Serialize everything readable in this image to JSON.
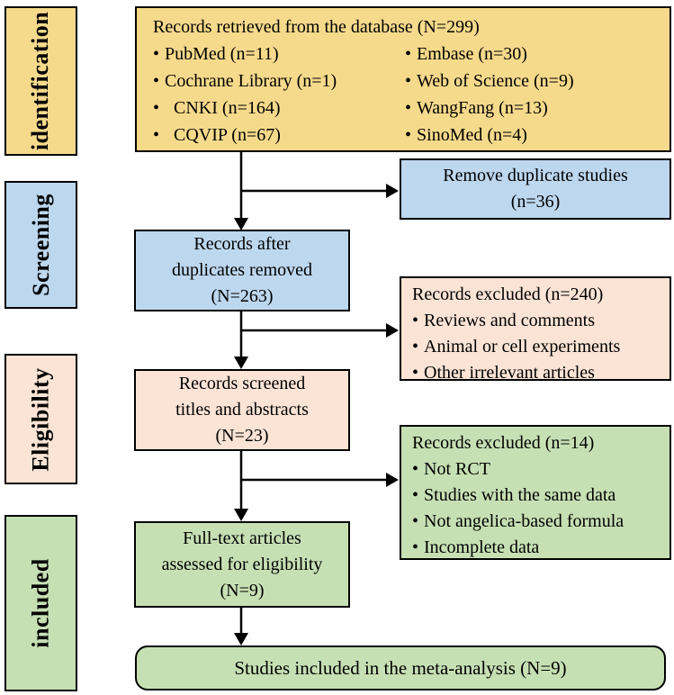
{
  "glyphs": {
    "bullet": "•"
  },
  "colors": {
    "identification_fill": "#f6da8b",
    "screening_fill": "#bdd7ee",
    "eligibility_fill": "#fbe4d5",
    "included_fill": "#c6e0b4",
    "border": "#000000",
    "arrow": "#000000",
    "background": "#ffffff"
  },
  "sidebar": {
    "identification": "identification",
    "screening": "Screening",
    "eligibility": "Eligibility",
    "included": "included"
  },
  "boxes": {
    "retrieved": {
      "title": "Records retrieved from the database (N=299)",
      "bullets_left": [
        "PubMed (n=11)",
        "Cochrane Library (n=1)",
        "CNKI (n=164)",
        "CQVIP (n=67)"
      ],
      "bullets_right": [
        "Embase (n=30)",
        "Web of Science (n=9)",
        "WangFang (n=13)",
        "SinoMed (n=4)"
      ]
    },
    "remove_duplicates": {
      "lines": [
        "Remove duplicate studies",
        "(n=36)"
      ]
    },
    "after_duplicates": {
      "lines": [
        "Records after",
        "duplicates removed",
        "(N=263)"
      ]
    },
    "excluded_screening": {
      "title": "Records excluded (n=240)",
      "bullets": [
        "Reviews and comments",
        "Animal or cell experiments",
        "Other irrelevant articles"
      ]
    },
    "screened": {
      "lines": [
        "Records screened",
        "titles and abstracts",
        "(N=23)"
      ]
    },
    "excluded_eligibility": {
      "title": "Records excluded (n=14)",
      "bullets": [
        "Not RCT",
        "Studies with the same data",
        "Not angelica-based formula",
        "Incomplete data"
      ]
    },
    "fulltext": {
      "lines": [
        "Full-text articles",
        "assessed for eligibility",
        "(N=9)"
      ]
    },
    "included_final": {
      "title": "Studies included in the meta-analysis (N=9)"
    }
  }
}
